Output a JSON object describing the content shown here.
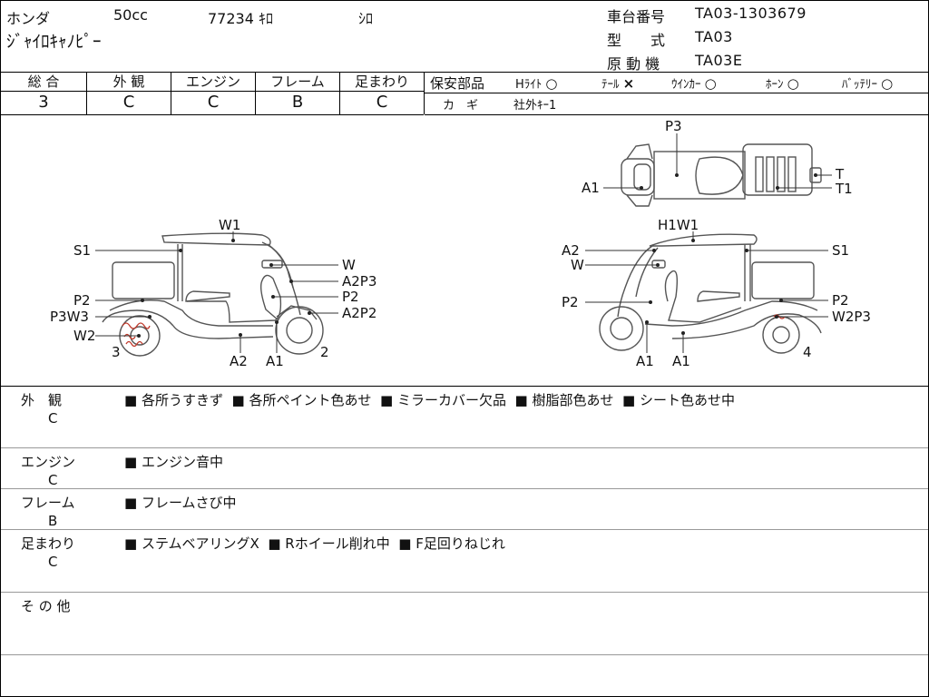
{
  "vehicle": {
    "maker": "ホンダ",
    "displacement": "50cc",
    "mileage": "77234 ｷﾛ",
    "color": "ｼﾛ",
    "model_name": "ｼﾞｬｲﾛｷｬﾉﾋﾟｰ",
    "frame_no_label": "車台番号",
    "frame_no": "TA03-1303679",
    "type_label": "型　　式",
    "type": "TA03",
    "engine_label": "原 動 機",
    "engine": "TA03E"
  },
  "grades": [
    {
      "label": "総 合",
      "value": "3"
    },
    {
      "label": "外 観",
      "value": "C"
    },
    {
      "label": "エンジン",
      "value": "C"
    },
    {
      "label": "フレーム",
      "value": "B"
    },
    {
      "label": "足まわり",
      "value": "C"
    }
  ],
  "safety": {
    "title": "保安部品",
    "items": [
      {
        "name": "Hﾗｲﾄ",
        "mark": "○"
      },
      {
        "name": "ﾃｰﾙ",
        "mark": "×"
      },
      {
        "name": "ｳｲﾝｶｰ",
        "mark": "○"
      },
      {
        "name": "ﾎｰﾝ",
        "mark": "○"
      },
      {
        "name": "ﾊﾞｯﾃﾘｰ",
        "mark": "○"
      }
    ],
    "key_label": "カ　ギ",
    "key_value": "社外ｷｰ1"
  },
  "diagram": {
    "left": {
      "labels": [
        "W1",
        "S1",
        "W",
        "A2P3",
        "P2",
        "A2P2",
        "P2",
        "P3W3",
        "W2",
        "3",
        "A2",
        "A1",
        "2"
      ]
    },
    "top": {
      "labels": [
        "P3",
        "A1",
        "T",
        "T1"
      ]
    },
    "right": {
      "labels": [
        "H1W1",
        "A2",
        "S1",
        "W",
        "P2",
        "P2",
        "W2P3",
        "A1",
        "A1",
        "4"
      ]
    }
  },
  "notes": [
    {
      "category": "外　観",
      "grade": "C",
      "items": [
        "各所うすきず",
        "各所ペイント色あせ",
        "ミラーカバー欠品",
        "樹脂部色あせ",
        "シート色あせ中"
      ]
    },
    {
      "category": "エンジン",
      "grade": "C",
      "items": [
        "エンジン音中"
      ]
    },
    {
      "category": "フレーム",
      "grade": "B",
      "items": [
        "フレームさび中"
      ]
    },
    {
      "category": "足まわり",
      "grade": "C",
      "items": [
        "ステムベアリングX",
        "Rホイール削れ中",
        "F足回りねじれ"
      ]
    },
    {
      "category": "そ の 他",
      "grade": "",
      "items": []
    }
  ],
  "colors": {
    "damage_mark": "#c0392b",
    "line": "#555555"
  }
}
